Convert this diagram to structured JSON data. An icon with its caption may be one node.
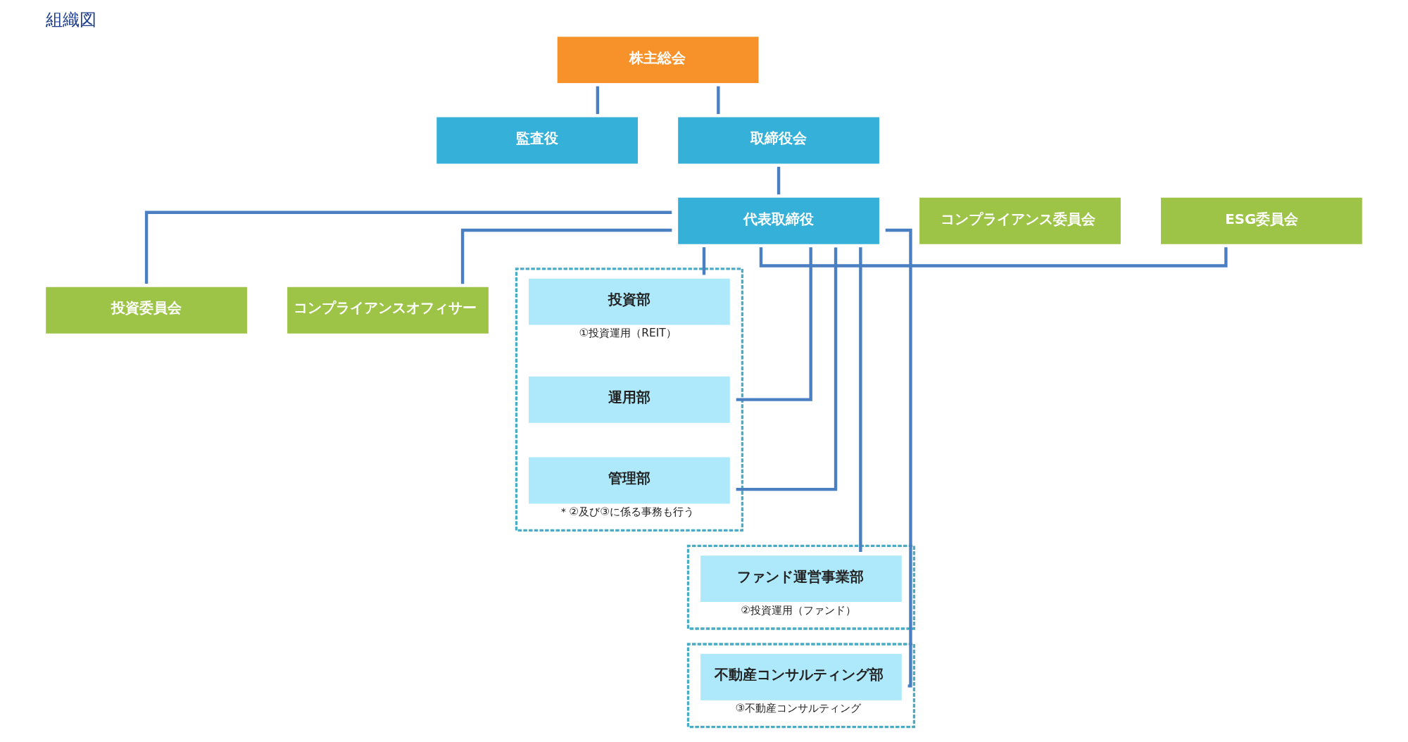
{
  "diagram": {
    "title": "組織図",
    "nodes": [
      {
        "text": [
          "株主総会"
        ]
      },
      {
        "text": [
          "監査役"
        ]
      },
      {
        "text": [
          "取締役会"
        ]
      },
      {
        "text": [
          "ESG委員会"
        ]
      },
      {
        "text": [
          "代表取締役"
        ]
      },
      {
        "text": [
          "コンプライアンス委員会"
        ]
      },
      {
        "text": [
          "投資委員会"
        ]
      },
      {
        "text": [
          "コンプライアンスオフィサー"
        ]
      },
      {
        "text": [],
        "shape": "box"
      },
      {
        "text": [
          "投資部"
        ],
        "in": 8,
        "beside": [
          "①投資運用（REIT）"
        ]
      },
      {
        "text": [
          "運用部"
        ],
        "in": 8
      },
      {
        "text": [
          "管理部"
        ],
        "in": 8,
        "beside": [
          "＊②及び③に係る事務も行う"
        ]
      },
      {
        "text": [],
        "shape": "box"
      },
      {
        "text": [
          "ファンド運営事業部"
        ],
        "in": 12,
        "beside": [
          "②投資運用（ファンド）"
        ]
      },
      {
        "text": [],
        "shape": "box"
      },
      {
        "text": [
          "不動産コンサルティング部"
        ],
        "in": 14,
        "beside": [
          "③不動産コンサルティング"
        ]
      }
    ],
    "edges": [
      {
        "from": 0,
        "to": 2,
        "arrow": "none"
      },
      {
        "from": 0,
        "to": 1,
        "arrow": "none"
      },
      {
        "from": 2,
        "to": 4,
        "arrow": "none"
      },
      {
        "from": 4,
        "to": 3,
        "arrow": "none"
      },
      {
        "from": 4,
        "to": 6,
        "arrow": "none"
      },
      {
        "from": 4,
        "to": 7,
        "arrow": "none"
      },
      {
        "from": 4,
        "to": 9,
        "arrow": "none"
      },
      {
        "from": 4,
        "to": 10,
        "arrow": "none"
      },
      {
        "from": 4,
        "to": 11,
        "arrow": "none"
      },
      {
        "from": 4,
        "to": 13,
        "arrow": "none"
      },
      {
        "from": 4,
        "to": 15,
        "arrow": "none"
      }
    ]
  }
}
